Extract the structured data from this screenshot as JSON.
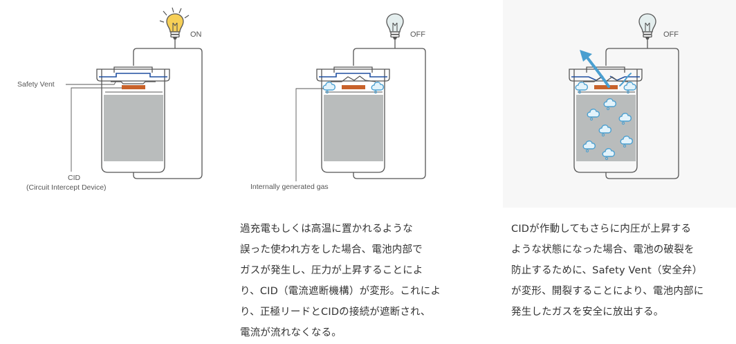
{
  "panels": [
    {
      "state_label": "ON",
      "bulb_lit": true
    },
    {
      "state_label": "OFF",
      "bulb_lit": false
    },
    {
      "state_label": "OFF",
      "bulb_lit": false
    }
  ],
  "labels": {
    "safety_vent": "Safety Vent",
    "cid_line1": "CID",
    "cid_line2": "(Circuit Intercept Device)",
    "internal_gas": "Internally generated gas"
  },
  "descriptions": {
    "panel2": "過充電もしくは高温に置かれるような\n誤った使われ方をした場合、電池内部で\nガスが発生し、圧力が上昇することによ\nり、CID（電流遮断機構）が変形。これによ\nり、正極リードとCIDの接続が遮断され、\n電流が流れなくなる。",
    "panel3": "CIDが作動してもさらに内圧が上昇する\nような状態になった場合、電池の破裂を\n防止するために、Safety Vent（安全弁）\nが変形、開裂することにより、電池内部に\n発生したガスを安全に放出する。"
  },
  "colors": {
    "outline": "#555555",
    "vent": "#1f4fa0",
    "electrode": "#c8622a",
    "cell_fill": "#b9bcbc",
    "bulb_on": "#f6cf57",
    "bulb_off": "#e4eeee",
    "gas": "#4a9fd0",
    "gas_fill": "#e3f3fb",
    "panel3_bg": "#f7f7f7"
  }
}
